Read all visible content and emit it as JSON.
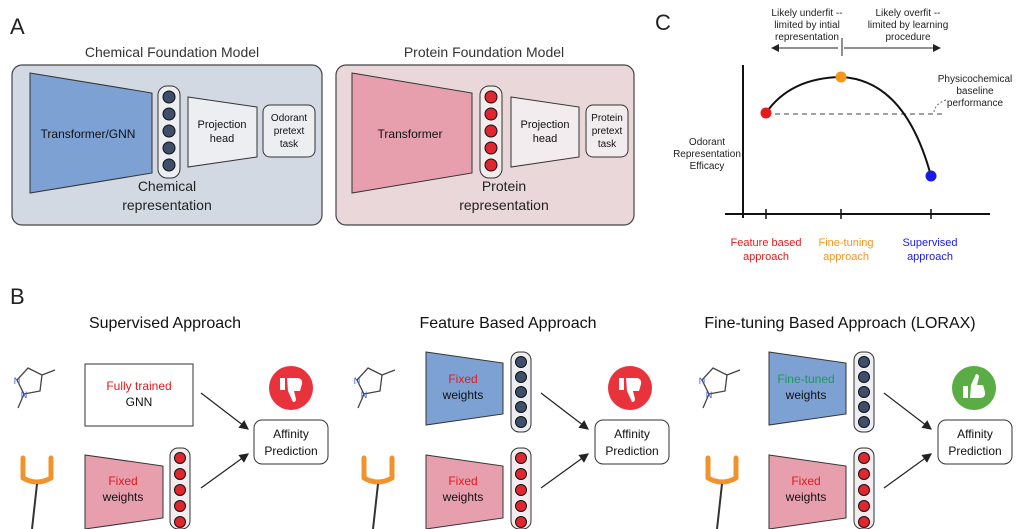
{
  "panel_labels": {
    "a": "A",
    "b": "B",
    "c": "C"
  },
  "panel_a": {
    "chemical": {
      "title": "Chemical Foundation Model",
      "encoder": "Transformer/GNN",
      "projection": [
        "Projection",
        "head"
      ],
      "pretext": [
        "Odorant",
        "pretext",
        "task"
      ],
      "representation": [
        "Chemical",
        "representation"
      ]
    },
    "protein": {
      "title": "Protein Foundation Model",
      "encoder": "Transformer",
      "projection": [
        "Projection",
        "head"
      ],
      "pretext": [
        "Protein",
        "pretext",
        "task"
      ],
      "representation": [
        "Protein",
        "representation"
      ]
    }
  },
  "panel_b": {
    "supervised": {
      "title": "Supervised Approach",
      "chem_box": [
        "Fully trained",
        "GNN"
      ],
      "prot_box": [
        "Fixed",
        "weights"
      ],
      "output": [
        "Affinity",
        "Prediction"
      ],
      "verdict_icon": "thumbs-down-icon"
    },
    "feature": {
      "title": "Feature Based Approach",
      "chem_box": [
        "Fixed",
        "weights"
      ],
      "prot_box": [
        "Fixed",
        "weights"
      ],
      "output": [
        "Affinity",
        "Prediction"
      ],
      "verdict_icon": "thumbs-down-icon"
    },
    "finetune": {
      "title": "Fine-tuning Based Approach (LORAX)",
      "chem_box": [
        "Fine-tuned",
        "weights"
      ],
      "prot_box": [
        "Fixed",
        "weights"
      ],
      "output": [
        "Affinity",
        "Prediction"
      ],
      "verdict_icon": "thumbs-up-icon"
    }
  },
  "panel_c": {
    "ylabel": [
      "Odorant",
      "Representation",
      "Efficacy"
    ],
    "underfit": [
      "Likely underfit --",
      "limited by intial",
      "representation"
    ],
    "overfit": [
      "Likely overfit --",
      "limited by learning",
      "procedure"
    ],
    "baseline": [
      "Physicochemical",
      "baseline",
      "performance"
    ],
    "x_labels": [
      {
        "lines": [
          "Feature based",
          "approach"
        ],
        "color": "#e41a1c"
      },
      {
        "lines": [
          "Fine-tuning",
          "approach"
        ],
        "color": "#f7941d"
      },
      {
        "lines": [
          "Supervised",
          "approach"
        ],
        "color": "#1a1ae6"
      }
    ],
    "curve_points": [
      {
        "name": "Feature based",
        "efficacy": 0.55,
        "color": "#e41a1c"
      },
      {
        "name": "Fine-tuning",
        "efficacy": 1.0,
        "color": "#f7941d"
      },
      {
        "name": "Supervised",
        "efficacy": 0.0,
        "color": "#1a1ae6"
      }
    ],
    "baseline_efficacy": 0.55
  },
  "colors": {
    "chem_panel_bg": "#d3d9e3",
    "prot_panel_bg": "#ead7da",
    "chem_encoder": "#7ea1d4",
    "prot_encoder": "#e79fae",
    "chem_node": "#3d4f6b",
    "prot_node": "#e0262e",
    "red_text": "#e41a1c",
    "green_text": "#1a9a5a",
    "thumb_down_bg": "#e8323c",
    "thumb_up_bg": "#5aac44",
    "molecule_n": "#3355cc",
    "receptor": "#f2922b"
  }
}
